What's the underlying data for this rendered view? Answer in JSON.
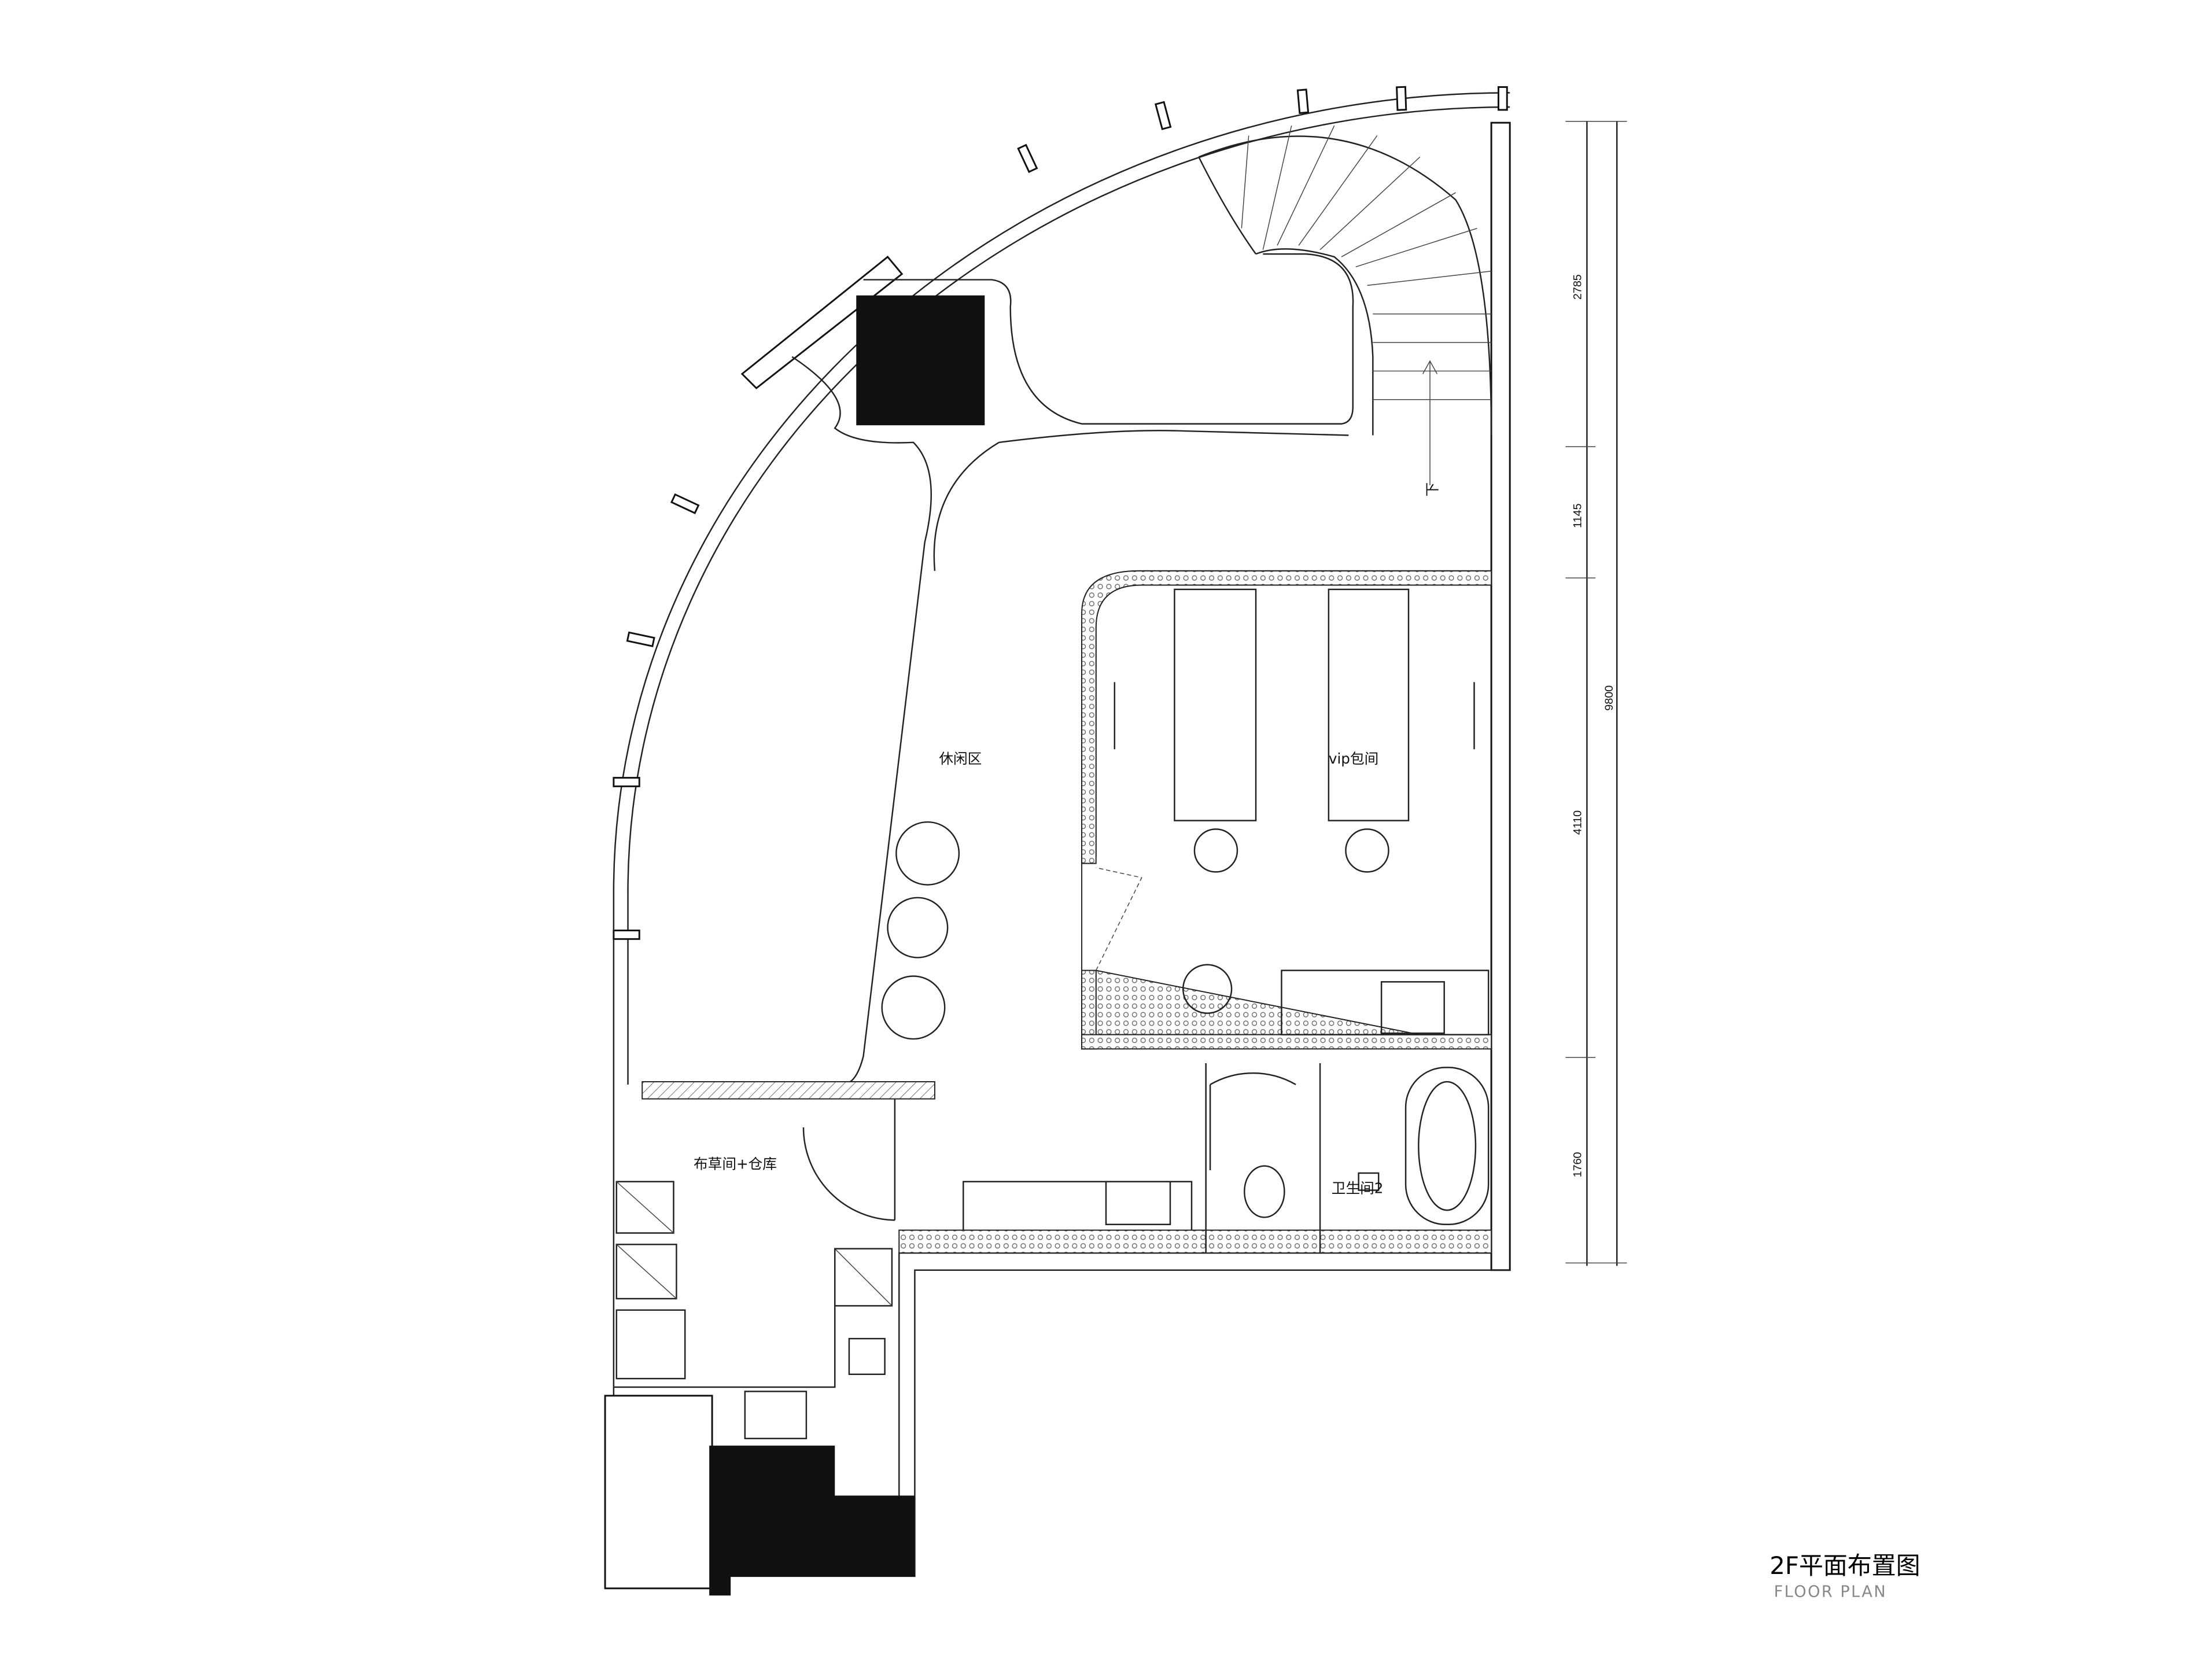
{
  "title": "2F平面布置图",
  "subtitle": "FLOOR PLAN",
  "rooms": {
    "lounge": "休闲区",
    "vip": "vip包间",
    "linen_storage": "布草间+仓库",
    "restroom2": "卫生间2"
  },
  "stair_label": "下",
  "dimensions": {
    "segments": [
      "2785",
      "1145",
      "4110",
      "1760"
    ],
    "total": "9800"
  },
  "colors": {
    "line": "#222222",
    "fill_dark": "#111111",
    "subtitle": "#888888"
  }
}
